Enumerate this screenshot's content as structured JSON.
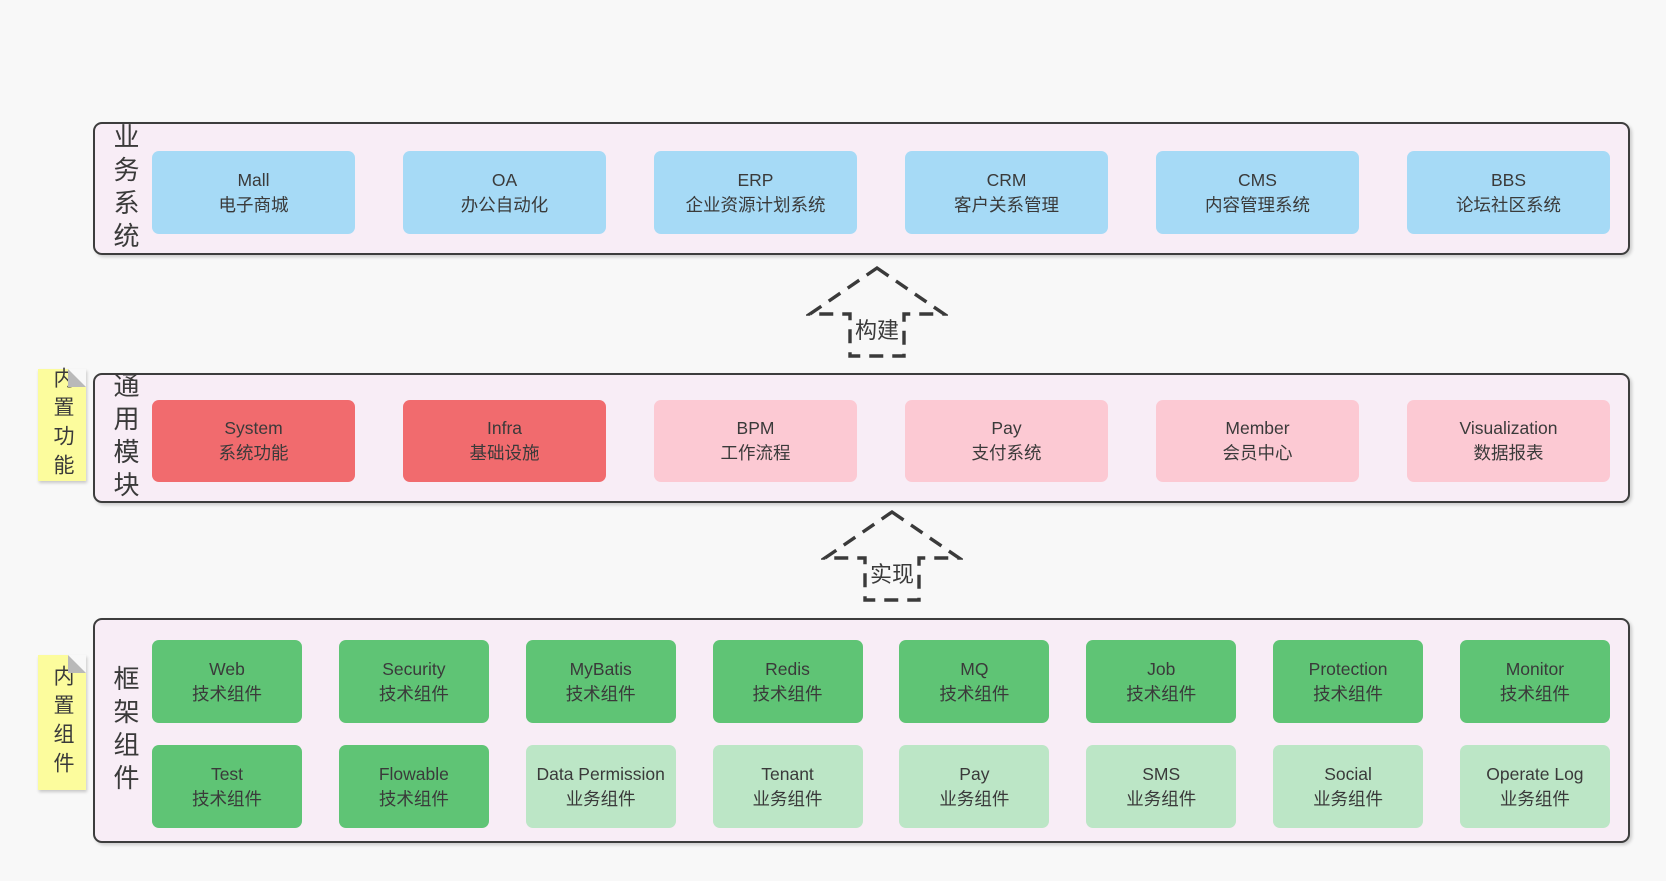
{
  "palette": {
    "page_bg": "#f8f8f8",
    "container_bg": "#f8edf6",
    "container_border": "#3d3d3d",
    "text": "#3a3a3a",
    "blue": "#a6daf6",
    "red": "#f16b6e",
    "pink": "#fcc9d3",
    "green": "#5fc475",
    "green_light": "#bce6c6",
    "note_yellow": "#fcfc9d",
    "note_fold": "#b9b9b9"
  },
  "arrows": {
    "build": {
      "label": "构建"
    },
    "implement": {
      "label": "实现"
    }
  },
  "notes": {
    "features": {
      "label": "内置功能"
    },
    "components": {
      "label": "内置组件"
    }
  },
  "sections": {
    "business": {
      "label": "业务系统",
      "rows": [
        [
          {
            "name": "Mall",
            "subtitle": "电子商城",
            "color": "blue"
          },
          {
            "name": "OA",
            "subtitle": "办公自动化",
            "color": "blue"
          },
          {
            "name": "ERP",
            "subtitle": "企业资源计划系统",
            "color": "blue"
          },
          {
            "name": "CRM",
            "subtitle": "客户关系管理",
            "color": "blue"
          },
          {
            "name": "CMS",
            "subtitle": "内容管理系统",
            "color": "blue"
          },
          {
            "name": "BBS",
            "subtitle": "论坛社区系统",
            "color": "blue"
          }
        ]
      ]
    },
    "common": {
      "label": "通用模块",
      "rows": [
        [
          {
            "name": "System",
            "subtitle": "系统功能",
            "color": "red"
          },
          {
            "name": "Infra",
            "subtitle": "基础设施",
            "color": "red"
          },
          {
            "name": "BPM",
            "subtitle": "工作流程",
            "color": "pink"
          },
          {
            "name": "Pay",
            "subtitle": "支付系统",
            "color": "pink"
          },
          {
            "name": "Member",
            "subtitle": "会员中心",
            "color": "pink"
          },
          {
            "name": "Visualization",
            "subtitle": "数据报表",
            "color": "pink"
          }
        ]
      ]
    },
    "framework": {
      "label": "框架组件",
      "rows": [
        [
          {
            "name": "Web",
            "subtitle": "技术组件",
            "color": "green"
          },
          {
            "name": "Security",
            "subtitle": "技术组件",
            "color": "green"
          },
          {
            "name": "MyBatis",
            "subtitle": "技术组件",
            "color": "green"
          },
          {
            "name": "Redis",
            "subtitle": "技术组件",
            "color": "green"
          },
          {
            "name": "MQ",
            "subtitle": "技术组件",
            "color": "green"
          },
          {
            "name": "Job",
            "subtitle": "技术组件",
            "color": "green"
          },
          {
            "name": "Protection",
            "subtitle": "技术组件",
            "color": "green"
          },
          {
            "name": "Monitor",
            "subtitle": "技术组件",
            "color": "green"
          }
        ],
        [
          {
            "name": "Test",
            "subtitle": "技术组件",
            "color": "green"
          },
          {
            "name": "Flowable",
            "subtitle": "技术组件",
            "color": "green"
          },
          {
            "name": "Data Permission",
            "subtitle": "业务组件",
            "color": "green_light"
          },
          {
            "name": "Tenant",
            "subtitle": "业务组件",
            "color": "green_light"
          },
          {
            "name": "Pay",
            "subtitle": "业务组件",
            "color": "green_light"
          },
          {
            "name": "SMS",
            "subtitle": "业务组件",
            "color": "green_light"
          },
          {
            "name": "Social",
            "subtitle": "业务组件",
            "color": "green_light"
          },
          {
            "name": "Operate Log",
            "subtitle": "业务组件",
            "color": "green_light"
          }
        ]
      ]
    }
  }
}
